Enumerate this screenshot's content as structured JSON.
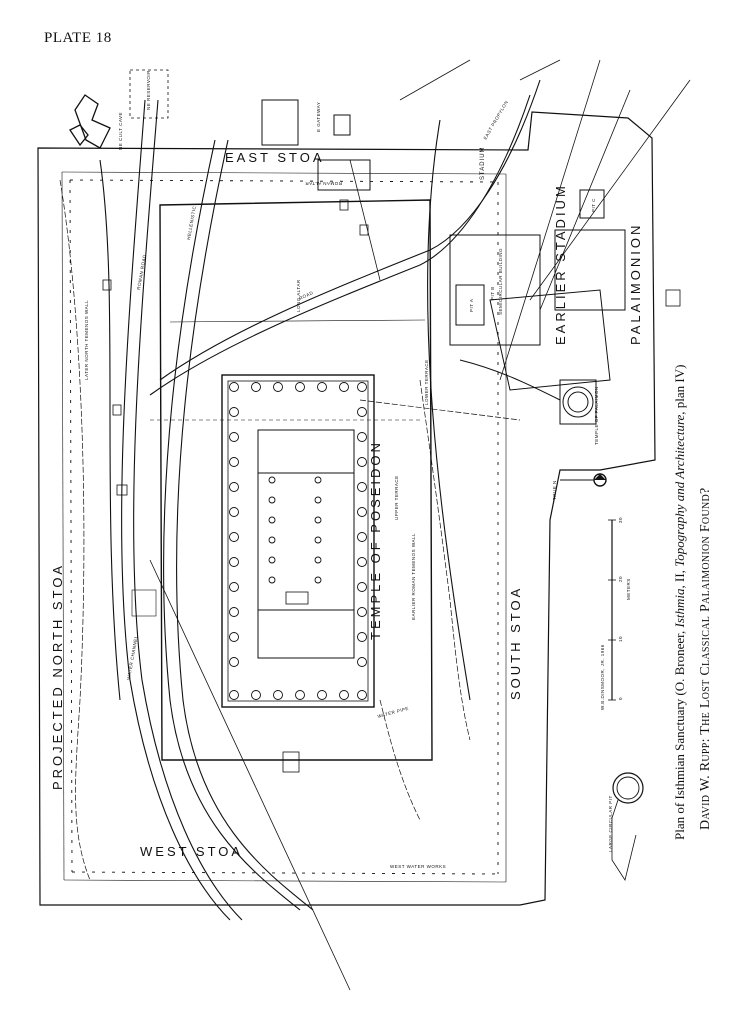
{
  "plate": "PLATE 18",
  "caption": {
    "prefix": "Plan of Isthmian Sanctuary (O. Broneer, ",
    "italic1": "Isthmia",
    "middle": ", II, ",
    "italic2": "Topography and Architecture",
    "suffix": ", plan IV)"
  },
  "byline": "David W. Rupp: The Lost Classical Palaimonion Found?",
  "labels": {
    "projected_north_stoa": "PROJECTED NORTH STOA",
    "west_stoa": "WEST STOA",
    "east_stoa": "EAST STOA",
    "south_stoa": "SOUTH STOA",
    "temple": "TEMPLE OF POSEIDON",
    "later_stadium": "STADIUM",
    "earlier_stadium": "EARLIER STADIUM",
    "palaimonion": "PALAIMONION",
    "temple_of_palaimon": "TEMPLE OF PALAIMON",
    "roman_altar": "ROMAN ALTAR",
    "long_altar": "LONG ALTAR",
    "later_north_temenos_wall": "LATER NORTH TEMENOS WALL",
    "earlier_roman_temenos_wall": "EARLIER ROMAN TEMENOS WALL",
    "upper_terrace": "UPPER TERRACE",
    "lower_terrace": "LOWER TERRACE",
    "large_circular_pit": "LARGE CIRCULAR PIT",
    "ne_cult_cave": "NE CULT CAVE",
    "ne_reservoir": "NE RESERVOIR",
    "water_pipe": "WATER PIPE",
    "water_channel": "WATER CHANNEL",
    "roman_road": "ROMAN ROAD",
    "hellenistic": "HELLENISTIC",
    "road": "ROAD",
    "east_propylon": "EAST PROPYLON",
    "east_gateway": "E GATEWAY",
    "west_water_works": "WEST WATER WORKS",
    "semicircular_building": "SEMICIRCULAR BUILDING",
    "pit_a": "PIT A",
    "pit_b": "PIT B",
    "pit_c": "PIT C",
    "true_n": "TRUE N",
    "scale_meters": "METERS",
    "scale_0": "0",
    "scale_10": "10",
    "scale_20": "20",
    "scale_30": "30",
    "draughtsman": "W.B.DINSMOOR, JR. 1966"
  }
}
